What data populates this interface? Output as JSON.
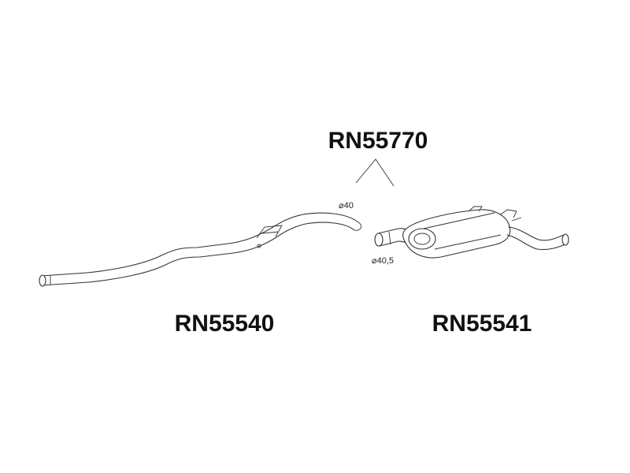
{
  "assembly": {
    "code": "RN55770"
  },
  "parts": [
    {
      "code": "RN55540",
      "diameter_label": "⌀40"
    },
    {
      "code": "RN55541",
      "diameter_label": "⌀40,5"
    }
  ],
  "colors": {
    "line": "#333333",
    "text": "#111111",
    "background": "#ffffff"
  }
}
